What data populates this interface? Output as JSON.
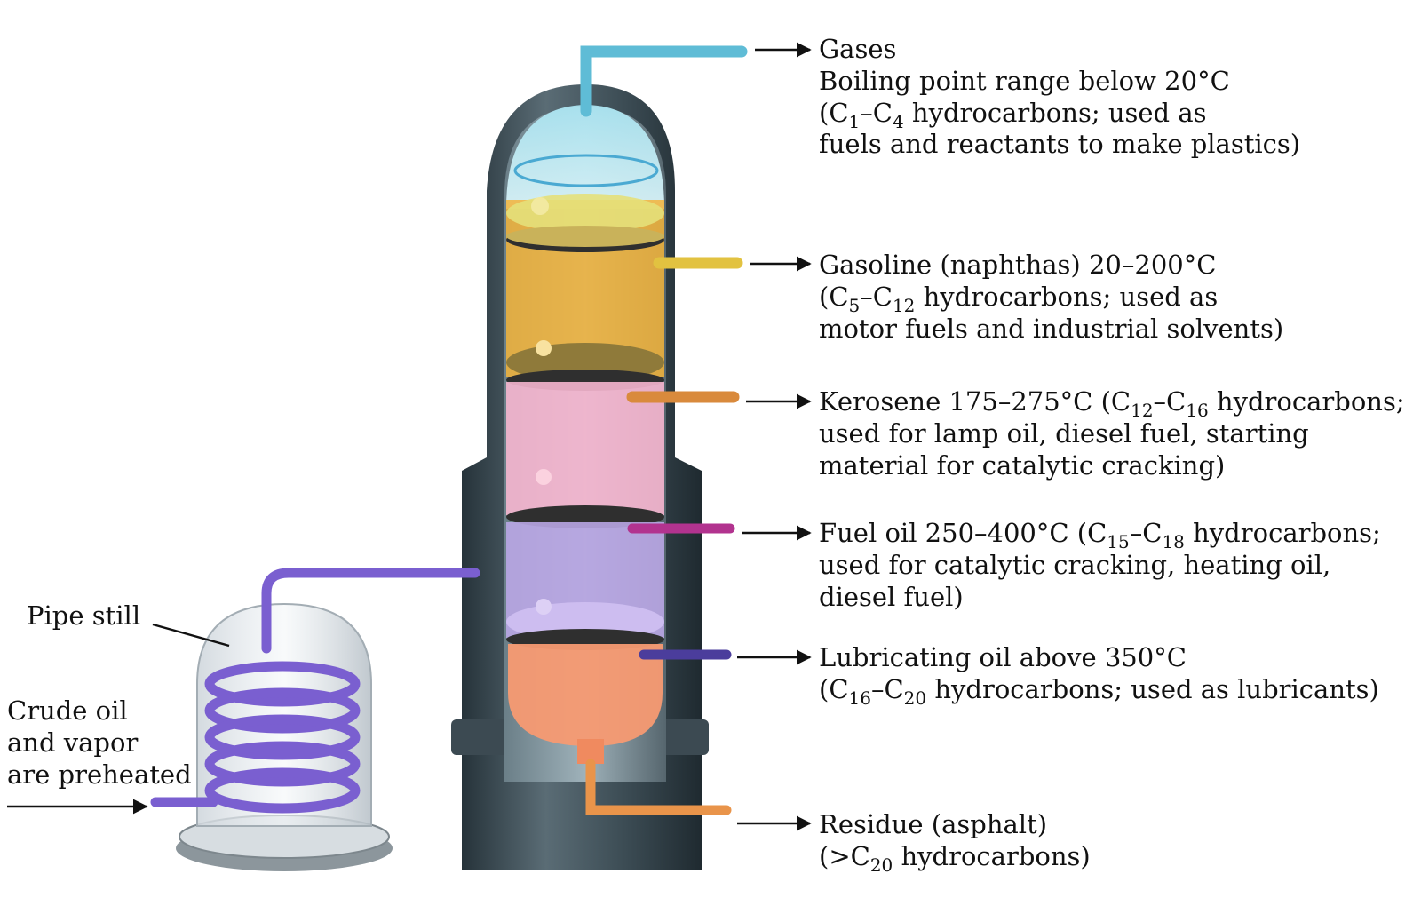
{
  "colors": {
    "gases": "#8fd6e8",
    "gasoline": "#f3b43a",
    "kerosene": "#f6b6cf",
    "fuel_oil": "#b9a6e4",
    "lubricating": "#f79a72",
    "coil": "#7a5fd0",
    "shell": "#33424a"
  },
  "labels": {
    "gases": {
      "line1": "Gases",
      "line2": "Boiling point range below 20°C",
      "line3_pre": "(C",
      "line3_s1": "1",
      "line3_mid": "–C",
      "line3_s2": "4",
      "line3_post": " hydrocarbons; used as",
      "line4": "fuels and reactants to make plastics)"
    },
    "gasoline": {
      "line1": "Gasoline (naphthas) 20–200°C",
      "line2_pre": "(C",
      "line2_s1": "5",
      "line2_mid": "–C",
      "line2_s2": "12",
      "line2_post": " hydrocarbons; used as",
      "line3": "motor fuels and industrial solvents)"
    },
    "kerosene": {
      "line1_pre": "Kerosene 175–275°C (C",
      "line1_s1": "12",
      "line1_mid": "–C",
      "line1_s2": "16",
      "line1_post": " hydrocarbons;",
      "line2": "used for lamp oil, diesel fuel, starting",
      "line3": "material for catalytic cracking)"
    },
    "fuel_oil": {
      "line1_pre": "Fuel oil 250–400°C (C",
      "line1_s1": "15",
      "line1_mid": "–C",
      "line1_s2": "18",
      "line1_post": " hydrocarbons;",
      "line2": "used for catalytic cracking, heating oil,",
      "line3": "diesel fuel)"
    },
    "lubricating": {
      "line1": "Lubricating oil above 350°C",
      "line2_pre": "(C",
      "line2_s1": "16",
      "line2_mid": "–C",
      "line2_s2": "20",
      "line2_post": " hydrocarbons; used as lubricants)"
    },
    "residue": {
      "line1": "Residue (asphalt)",
      "line2_pre": "(>C",
      "line2_s1": "20",
      "line2_post": " hydrocarbons)"
    },
    "pipe_still": "Pipe still",
    "crude": {
      "line1": "Crude oil",
      "line2": "and vapor",
      "line3": "are preheated"
    }
  }
}
